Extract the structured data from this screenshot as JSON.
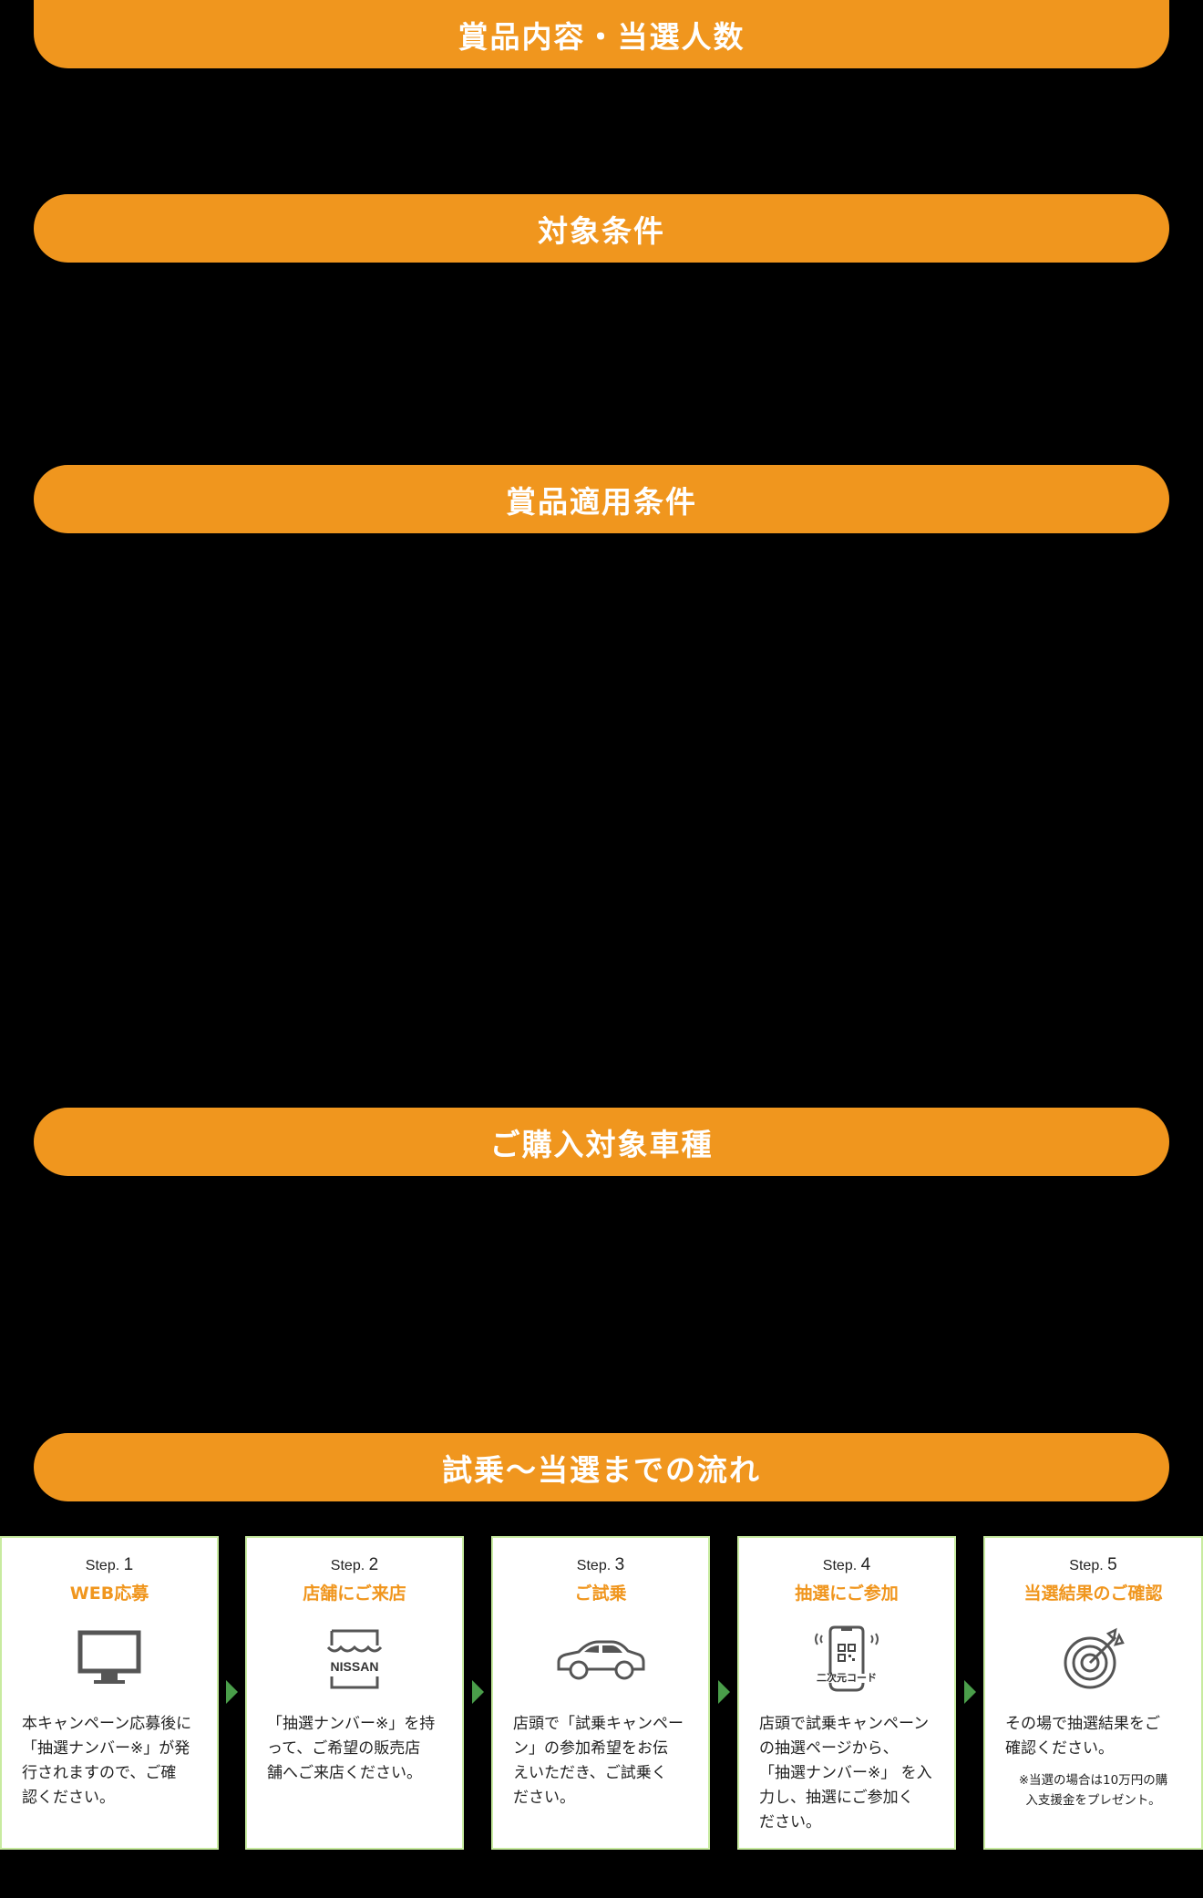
{
  "sections": {
    "prize": {
      "title": "賞品内容・当選人数"
    },
    "eligibility": {
      "title": "対象条件"
    },
    "prize_conditions": {
      "title": "賞品適用条件"
    },
    "target_models": {
      "title": "ご購入対象車種"
    },
    "flow": {
      "title": "試乗〜当選までの流れ"
    }
  },
  "colors": {
    "accent_orange": "#f0961e",
    "card_border": "#c8eba0",
    "arrow_green": "#4a9e4a",
    "background": "#000000"
  },
  "steps": [
    {
      "label": "Step.",
      "number": "1",
      "title": "WEB応募",
      "icon": "monitor-icon",
      "lines": [
        "本キャンペーン応募後に",
        "「抽選ナンバー※」が発",
        "行されますので、ご確",
        "認ください。"
      ]
    },
    {
      "label": "Step.",
      "number": "2",
      "title": "店舗にご来店",
      "icon": "nissan-store-icon",
      "icon_text": "NISSAN",
      "lines": [
        "「抽選ナンバー※」を持",
        "って、ご希望の販売店",
        "舗へご来店ください。"
      ]
    },
    {
      "label": "Step.",
      "number": "3",
      "title": "ご試乗",
      "icon": "car-icon",
      "lines": [
        "店頭で「試乗キャンペー",
        "ン」の参加希望をお伝",
        "えいただき、ご試乗く",
        "ださい。"
      ]
    },
    {
      "label": "Step.",
      "number": "4",
      "title": "抽選にご参加",
      "icon": "qr-phone-icon",
      "icon_text": "二次元コード",
      "lines": [
        "店頭で試乗キャンペーン",
        "の抽選ページから、",
        "「抽選ナンバー※」 を入",
        "力し、抽選にご参加く",
        "ださい。"
      ]
    },
    {
      "label": "Step.",
      "number": "5",
      "title": "当選結果のご確認",
      "icon": "target-icon",
      "lines": [
        "その場で抽選結果をご",
        "確認ください。"
      ],
      "note_lines": [
        "※当選の場合は10万円の購",
        "入支援金をプレゼント。"
      ]
    }
  ]
}
